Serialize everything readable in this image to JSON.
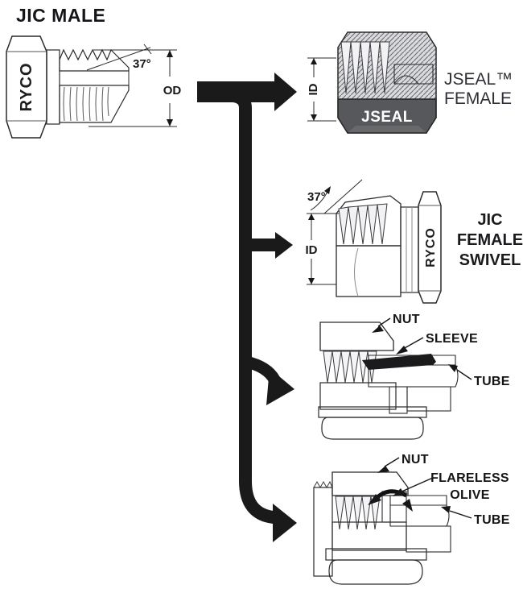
{
  "title": "JIC MALE",
  "colors": {
    "arrow": "#1a1a1a",
    "outline": "#2a2a2b",
    "jseal_nut": "#57585b",
    "metal_light": "#f6f6f7",
    "metal_dark": "#b8b9bd"
  },
  "jic_male": {
    "brand": "RYCO",
    "angle": "37°",
    "od": "OD"
  },
  "jseal": {
    "nut_text": "JSEAL",
    "id": "ID",
    "caption1": "JSEAL™",
    "caption2": "FEMALE"
  },
  "swivel": {
    "brand": "RYCO",
    "angle": "37°",
    "id": "ID",
    "caption1": "JIC",
    "caption2": "FEMALE",
    "caption3": "SWIVEL"
  },
  "flare": {
    "nut": "NUT",
    "sleeve": "SLEEVE",
    "tube": "TUBE"
  },
  "flareless": {
    "nut": "NUT",
    "olive1": "FLARELESS",
    "olive2": "OLIVE",
    "tube": "TUBE"
  }
}
